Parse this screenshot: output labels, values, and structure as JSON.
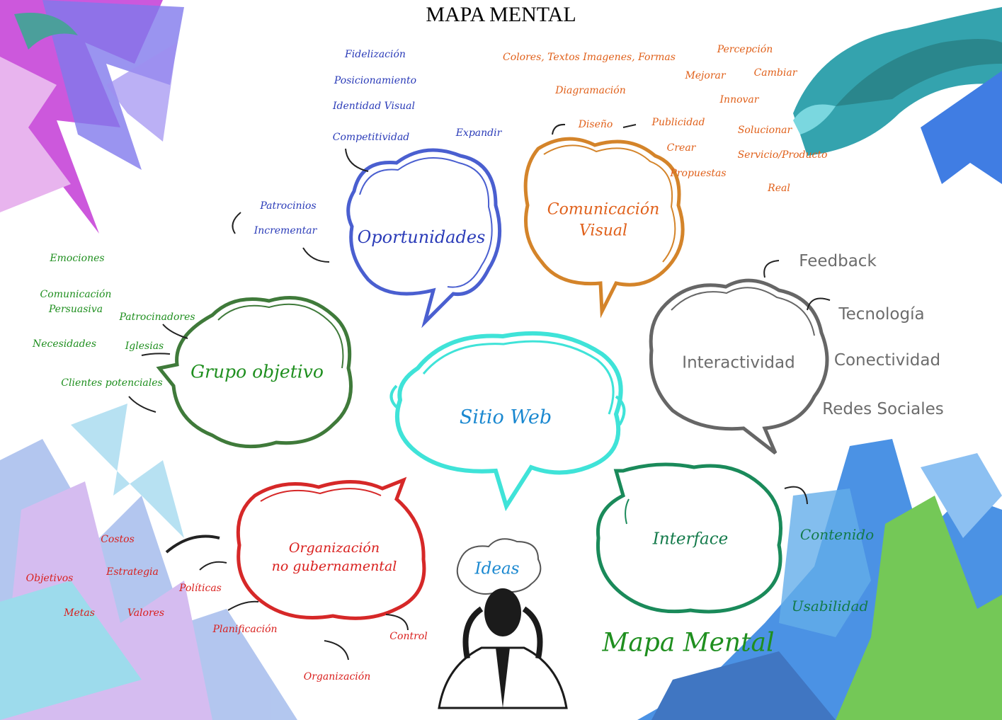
{
  "title": "MAPA MENTAL",
  "center": "Sitio Web",
  "brand": "Mapa Mental",
  "ideas": "Ideas",
  "colors": {
    "oportunidades": "#4a5fd0",
    "comunicacion": "#d4842a",
    "interactividad": "#666666",
    "grupo": "#3f7a3a",
    "ong": "#d62828",
    "interface": "#1a8a5a",
    "center": "#3fe3d8"
  },
  "nodes": {
    "oportunidades": {
      "title": "Oportunidades",
      "items": [
        "Fidelización",
        "Posicionamiento",
        "Identidad Visual",
        "Competitividad",
        "Expandir",
        "Patrocinios",
        "Incrementar"
      ]
    },
    "comunicacion": {
      "title_line1": "Comunicación",
      "title_line2": "Visual",
      "items": [
        "Colores, Textos Imagenes, Formas",
        "Diagramación",
        "Diseño",
        "Publicidad",
        "Crear",
        "Propuestas",
        "Percepción",
        "Mejorar",
        "Cambiar",
        "Innovar",
        "Solucionar",
        "Servicio/Producto",
        "Real"
      ]
    },
    "interactividad": {
      "title": "Interactividad",
      "items": [
        "Feedback",
        "Tecnología",
        "Conectividad",
        "Redes Sociales"
      ]
    },
    "grupo": {
      "title": "Grupo objetivo",
      "items": [
        "Emociones",
        "Comunicación",
        "Persuasiva",
        "Patrocinadores",
        "Necesidades",
        "Iglesias",
        "Clientes potenciales"
      ]
    },
    "ong": {
      "title_line1": "Organización",
      "title_line2": "no gubernamental",
      "items": [
        "Costos",
        "Estrategia",
        "Objetivos",
        "Metas",
        "Valores",
        "Políticas",
        "Planificación",
        "Organización",
        "Control"
      ]
    },
    "interface": {
      "title": "Interface",
      "items": [
        "Contenido",
        "Usabilidad"
      ]
    }
  }
}
